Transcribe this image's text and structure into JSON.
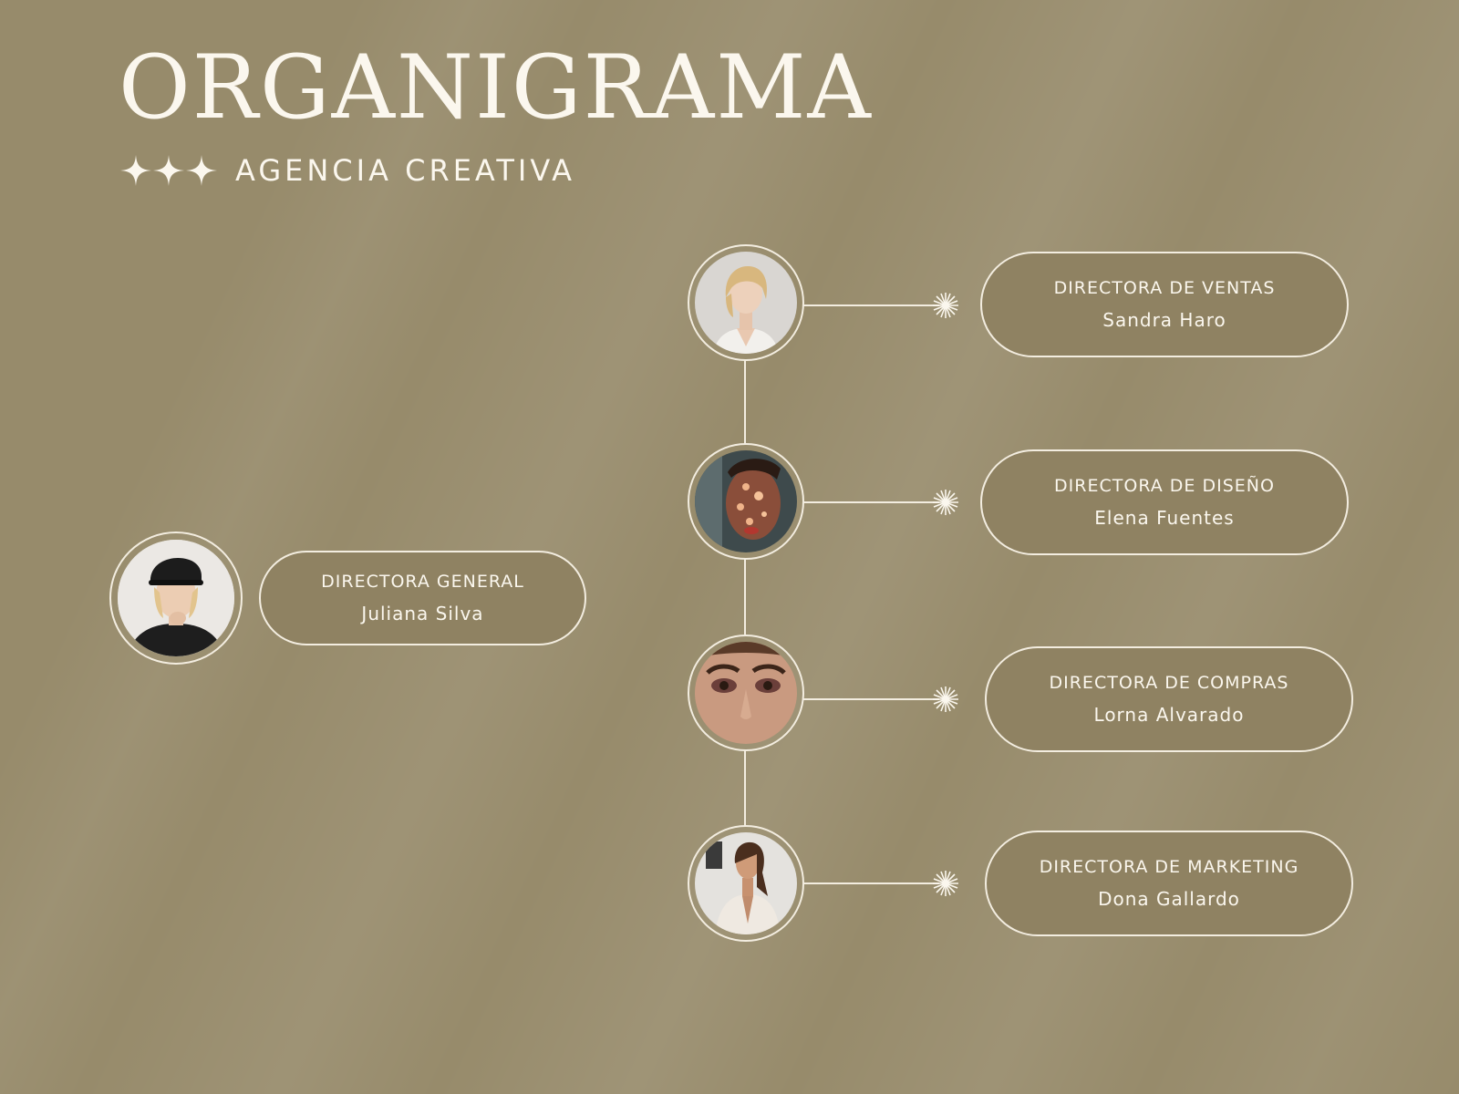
{
  "header": {
    "title": "ORGANIGRAMA",
    "subtitle": "AGENCIA CREATIVA",
    "star_icons": [
      "star-icon",
      "star-icon",
      "star-icon"
    ]
  },
  "colors": {
    "background": "#978b6b",
    "pill_fill": "#8f8262",
    "stroke": "#f3ede0",
    "text": "#fbf7ee"
  },
  "general": {
    "role": "DIRECTORA GENERAL",
    "name": "Juliana Silva"
  },
  "directors": [
    {
      "role": "DIRECTORA DE VENTAS",
      "name": "Sandra Haro"
    },
    {
      "role": "DIRECTORA DE DISEÑO",
      "name": "Elena Fuentes"
    },
    {
      "role": "DIRECTORA DE COMPRAS",
      "name": "Lorna Alvarado"
    },
    {
      "role": "DIRECTORA DE MARKETING",
      "name": "Dona Gallardo"
    }
  ]
}
